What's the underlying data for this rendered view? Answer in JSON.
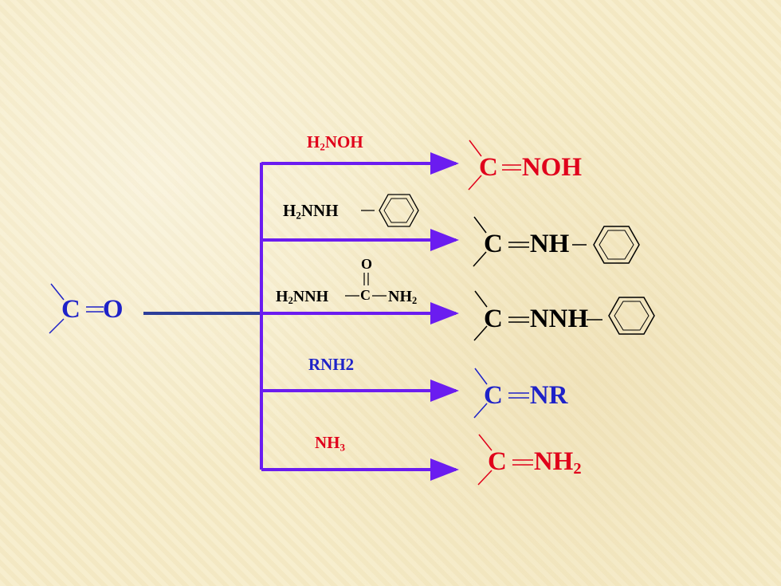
{
  "colors": {
    "arrow": "#6b1cf0",
    "stem": "#2c3e9a",
    "black": "#000000",
    "red": "#e0001b",
    "blue": "#1e22c8"
  },
  "reactant": {
    "c": "C",
    "o": "O"
  },
  "reagents": {
    "hydroxylamine": {
      "main": "H",
      "sub": "2",
      "rest": "NOH"
    },
    "phenylhydrazine": {
      "main": "H",
      "sub": "2",
      "rest": "NNH"
    },
    "semicarbazide": {
      "left_main": "H",
      "left_sub": "2",
      "left_rest": "NNH",
      "c": "C",
      "o": "O",
      "right_main": "NH",
      "right_sub": "2"
    },
    "amine": {
      "text": "RNH2"
    },
    "ammonia": {
      "main": "NH",
      "sub": "3"
    }
  },
  "products": {
    "oxime": {
      "c": "C",
      "rest": "NOH"
    },
    "hydrazone": {
      "c": "C",
      "rest": "NH"
    },
    "semicarbazone": {
      "c": "C",
      "rest": "NNH"
    },
    "imine": {
      "c": "C",
      "rest": "NR"
    },
    "amine_product": {
      "c": "C",
      "main": "NH",
      "sub": "2"
    }
  }
}
